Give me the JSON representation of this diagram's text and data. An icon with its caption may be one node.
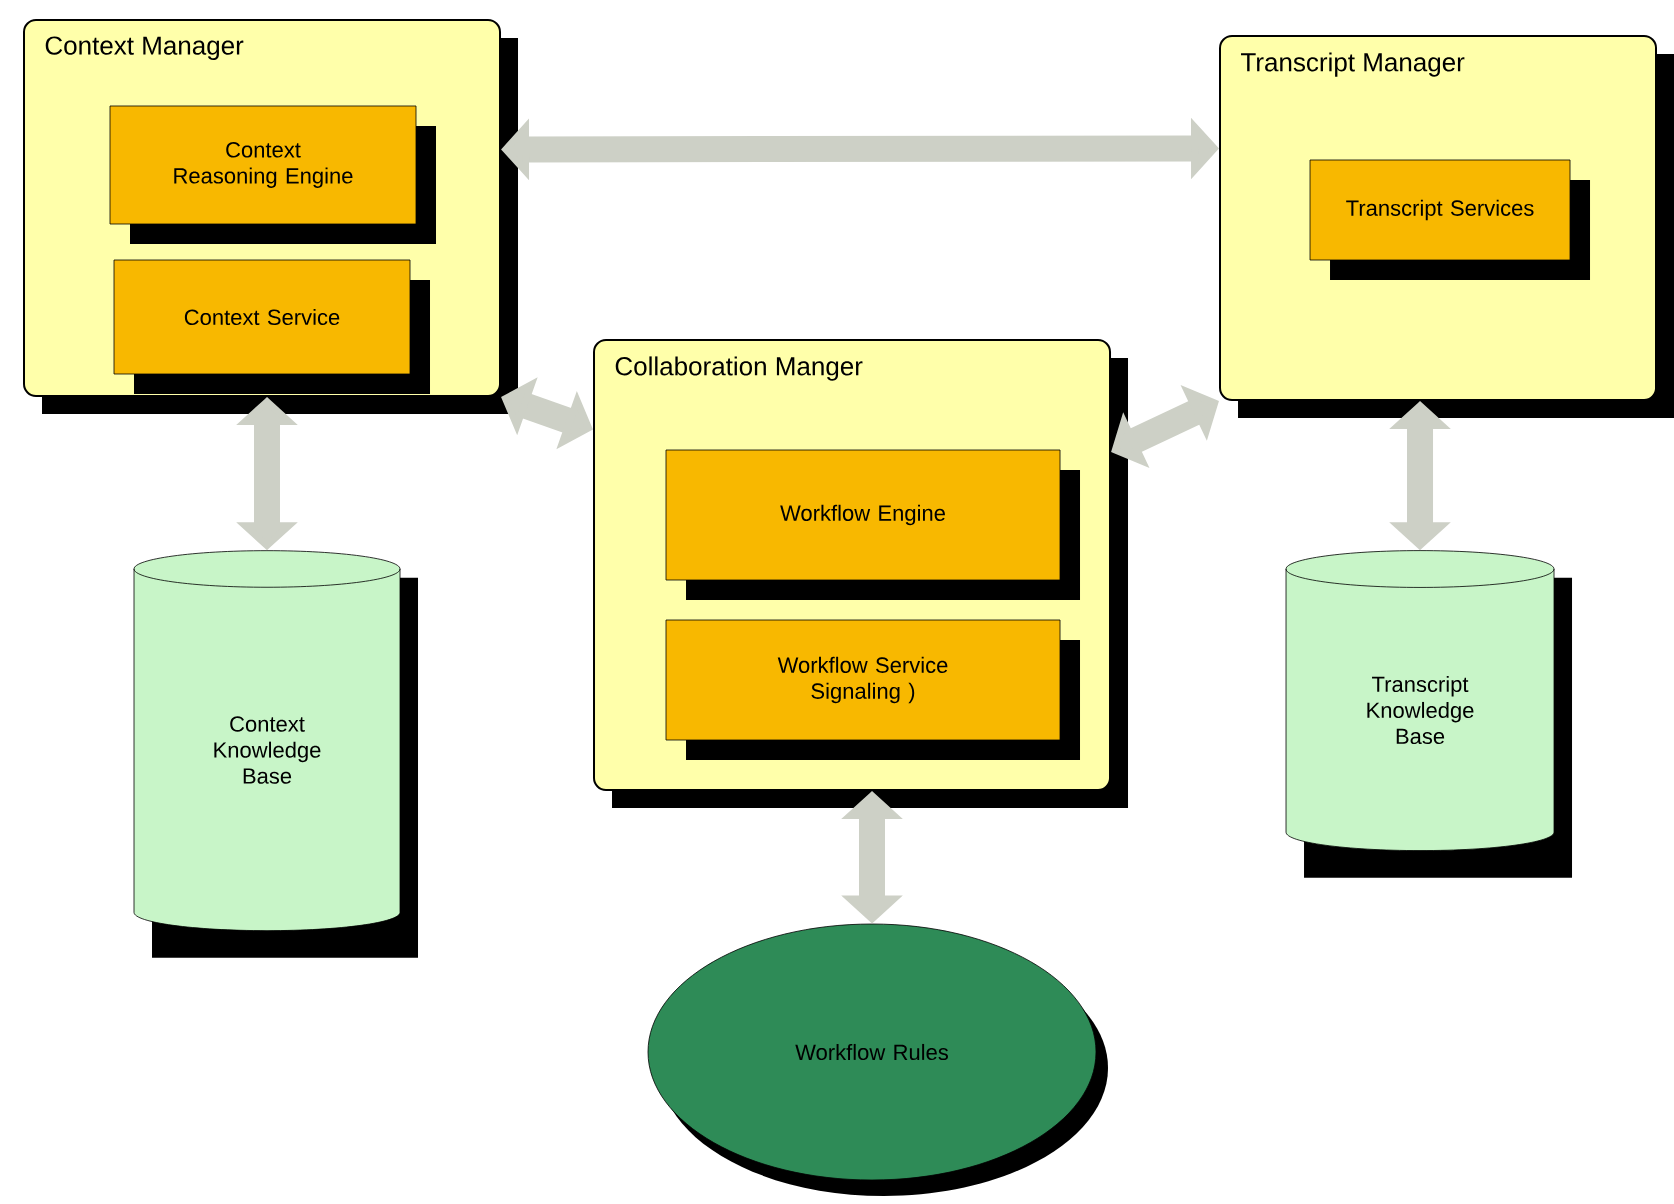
{
  "diagram": {
    "nodes": [
      {
        "text": [
          "Context Manager"
        ]
      },
      {
        "text": [
          "Context Reasoning Engine"
        ],
        "in": 0
      },
      {
        "text": [
          "Context Service"
        ],
        "in": 0
      },
      {
        "text": [
          "Transcript Manager"
        ]
      },
      {
        "text": [
          "Transcript Services"
        ],
        "in": 3
      },
      {
        "text": [
          "Collaboration Manger"
        ]
      },
      {
        "text": [
          "Workflow Engine"
        ],
        "in": 5
      },
      {
        "text": [
          "Workflow Service Signaling )"
        ],
        "in": 5
      },
      {
        "text": [
          "Context Knowledge Base"
        ]
      },
      {
        "text": [
          "Transcript Knowledge Base"
        ]
      },
      {
        "text": [
          "Workflow Rules"
        ]
      }
    ],
    "edges": [
      {
        "from": 0,
        "to": 3,
        "arrow": "both"
      },
      {
        "from": 0,
        "to": 5,
        "arrow": "both"
      },
      {
        "from": 3,
        "to": 5,
        "arrow": "both"
      },
      {
        "from": 0,
        "to": 8,
        "arrow": "both"
      },
      {
        "from": 3,
        "to": 9,
        "arrow": "both"
      },
      {
        "from": 5,
        "to": 10,
        "arrow": "both"
      }
    ]
  }
}
